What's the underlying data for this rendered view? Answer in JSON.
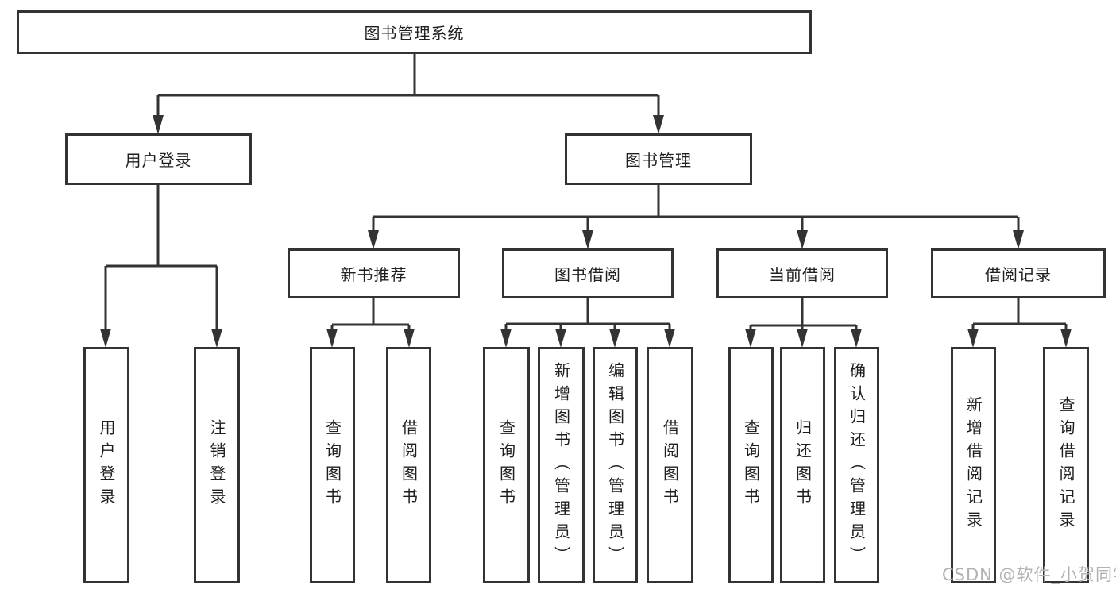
{
  "root": {
    "label": "图书管理系统"
  },
  "branches": {
    "user_login": {
      "label": "用户登录",
      "children": [
        "用户登录",
        "注销登录"
      ]
    },
    "book_management": {
      "label": "图书管理",
      "sections": [
        {
          "label": "新书推荐",
          "children": [
            "查询图书",
            "借阅图书"
          ]
        },
        {
          "label": "图书借阅",
          "children": [
            "查询图书",
            "新增图书（管理员）",
            "编辑图书（管理员）",
            "借阅图书"
          ]
        },
        {
          "label": "当前借阅",
          "children": [
            "查询图书",
            "归还图书",
            "确认归还（管理员）"
          ]
        },
        {
          "label": "借阅记录",
          "children": [
            "新增借阅记录",
            "查询借阅记录"
          ]
        }
      ]
    }
  },
  "watermark": "CSDN @软件_小贺同学",
  "colors": {
    "page_bg": "#ffffff",
    "line": "#333333",
    "box_border": "#333333",
    "box_fill": "#ffffff",
    "text": "#1f1f1f",
    "watermark": "#b2b2b2"
  }
}
